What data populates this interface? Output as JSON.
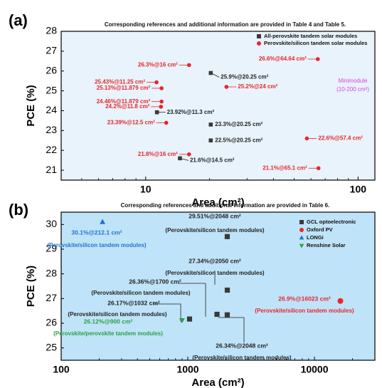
{
  "colors": {
    "panel_a_bg": "#e8f3fb",
    "panel_b_bg": "#bfe3f8",
    "black_series": "#3a3a3a",
    "red_series": "#e8262b",
    "blue_series": "#1f75d0",
    "green_series": "#2aa146",
    "minimodule_text": "#e040e0"
  },
  "chart_data": [
    {
      "panel_label": "(a)",
      "type": "scatter",
      "title": "Corresponding references and additional information are provided in Table 4 and Table 5.",
      "xlabel": "Area (cm²)",
      "ylabel": "PCE (%)",
      "xscale": "log",
      "xlim": [
        4,
        120
      ],
      "ylim": [
        20.5,
        28
      ],
      "xticks": [
        10,
        100
      ],
      "xtick_labels": [
        "10",
        "100"
      ],
      "yticks": [
        21,
        22,
        23,
        24,
        25,
        26,
        27,
        28
      ],
      "ytick_labels": [
        "21",
        "22",
        "23",
        "24",
        "25",
        "26",
        "27",
        "28"
      ],
      "legend_placement": "top-right",
      "annotation": "Minimodule\n(10-200 cm²)",
      "series": [
        {
          "name": "All-perovskite tandem solar modules",
          "marker": "square",
          "color": "#3a3a3a",
          "points": [
            {
              "x": 20.25,
              "y": 25.9,
              "label": "25.9%@20.25 cm²"
            },
            {
              "x": 11.3,
              "y": 23.92,
              "label": "23.92%@11.3 cm²"
            },
            {
              "x": 20.25,
              "y": 23.3,
              "label": "23.3%@20.25 cm²"
            },
            {
              "x": 20.25,
              "y": 22.5,
              "label": "22.5%@20.25 cm²"
            },
            {
              "x": 14.5,
              "y": 21.6,
              "label": "21.6%@14.5 cm²"
            }
          ]
        },
        {
          "name": "Perovskite/silicon tandem solar modules",
          "marker": "circle",
          "color": "#e8262b",
          "points": [
            {
              "x": 64.64,
              "y": 26.6,
              "label": "26.6%@64.64 cm²"
            },
            {
              "x": 16,
              "y": 26.3,
              "label": "26.3%@16 cm²"
            },
            {
              "x": 11.25,
              "y": 25.43,
              "label": "25.43%@11.25 cm²"
            },
            {
              "x": 11.879,
              "y": 25.13,
              "label": "25.13%@11.879 cm²"
            },
            {
              "x": 24,
              "y": 25.2,
              "label": "25.2%@24 cm²"
            },
            {
              "x": 11.879,
              "y": 24.46,
              "label": "24.46%@11.879 cm²"
            },
            {
              "x": 11.8,
              "y": 24.2,
              "label": "24.2%@11.8 cm²"
            },
            {
              "x": 12.5,
              "y": 23.39,
              "label": "23.39%@12.5 cm²"
            },
            {
              "x": 57.4,
              "y": 22.6,
              "label": "22.6%@57.4 cm²"
            },
            {
              "x": 16,
              "y": 21.8,
              "label": "21.8%@16 cm²"
            },
            {
              "x": 65.1,
              "y": 21.1,
              "label": "21.1%@65.1 cm²"
            }
          ]
        }
      ]
    },
    {
      "panel_label": "(b)",
      "type": "scatter",
      "title": "Corresponding references and additional information are provided in Table 6.",
      "xlabel": "Area (cm²)",
      "ylabel": "PCE (%)",
      "xscale": "log",
      "xlim": [
        100,
        30000
      ],
      "ylim": [
        24.5,
        30.5
      ],
      "xticks": [
        100,
        1000,
        10000
      ],
      "xtick_labels": [
        "100",
        "1000",
        "10000"
      ],
      "yticks": [
        25,
        26,
        27,
        28,
        29,
        30
      ],
      "ytick_labels": [
        "25",
        "26",
        "27",
        "28",
        "29",
        "30"
      ],
      "legend_placement": "top-right",
      "series": [
        {
          "name": "GCL optoelectronic",
          "marker": "square",
          "color": "#3a3a3a",
          "points": [
            {
              "x": 2048,
              "y": 29.51,
              "label": "29.51%@2048 cm²",
              "note": "(Perovskite/silicon tandem modules)"
            },
            {
              "x": 2050,
              "y": 27.34,
              "label": "27.34%@2050 cm²",
              "note": "(Perovskite/silicon tandem modules)"
            },
            {
              "x": 1700,
              "y": 26.36,
              "label": "26.36%@1700 cm²",
              "note": "(Perovskite/silicon tandem modules)"
            },
            {
              "x": 1032,
              "y": 26.17,
              "label": "26.17%@1032 cm²",
              "note": "(Perovskite/silicon tandem modules)"
            },
            {
              "x": 2048,
              "y": 26.34,
              "label": "26.34%@2048 cm²",
              "note": "(Perovskite/silicon tandem modules)"
            }
          ]
        },
        {
          "name": "Oxford PV",
          "marker": "circle",
          "color": "#e8262b",
          "points": [
            {
              "x": 16023,
              "y": 26.9,
              "label": "26.9%@16023 cm²",
              "note": "(Perovskite/silicon tandem modules)"
            }
          ]
        },
        {
          "name": "LONGi",
          "marker": "triangle-up",
          "color": "#1f75d0",
          "points": [
            {
              "x": 212.1,
              "y": 30.1,
              "label": "30.1%@212.1 cm²",
              "note": "(Perovskite/silicon tandem modules)"
            }
          ]
        },
        {
          "name": "Renshine Solar",
          "marker": "triangle-down",
          "color": "#2aa146",
          "points": [
            {
              "x": 900,
              "y": 26.12,
              "label": "26.12%@900 cm²",
              "note": "(Perovskite/perovskite tandem modules)"
            }
          ]
        }
      ]
    }
  ]
}
